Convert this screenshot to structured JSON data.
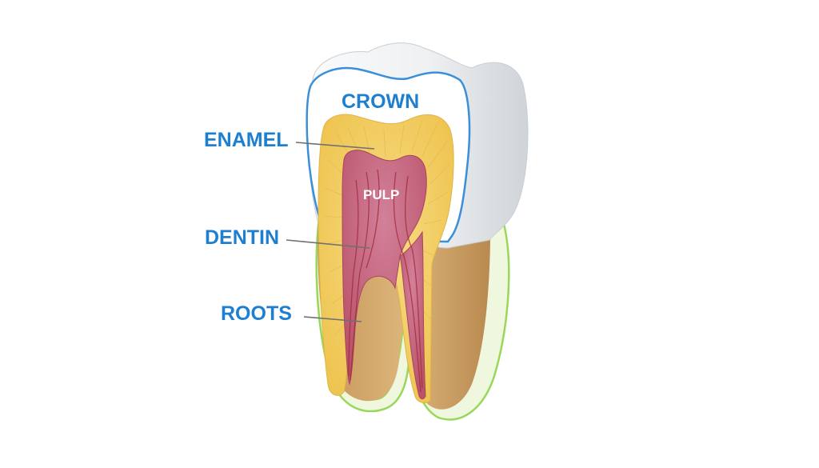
{
  "labels": {
    "crown": "CROWN",
    "enamel": "ENAMEL",
    "dentin": "DENTIN",
    "roots": "ROOTS",
    "pulp": "PULP"
  },
  "colors": {
    "label_blue": "#1e7fd0",
    "enamel_white": "#f3f4f5",
    "enamel_outline": "#3a8fd8",
    "dentin_yellow": "#f2cf62",
    "root_tan": "#d4a766",
    "pulp_pink": "#c9617a",
    "gum_outline": "#8ed34a",
    "leader_gray": "#707070"
  }
}
